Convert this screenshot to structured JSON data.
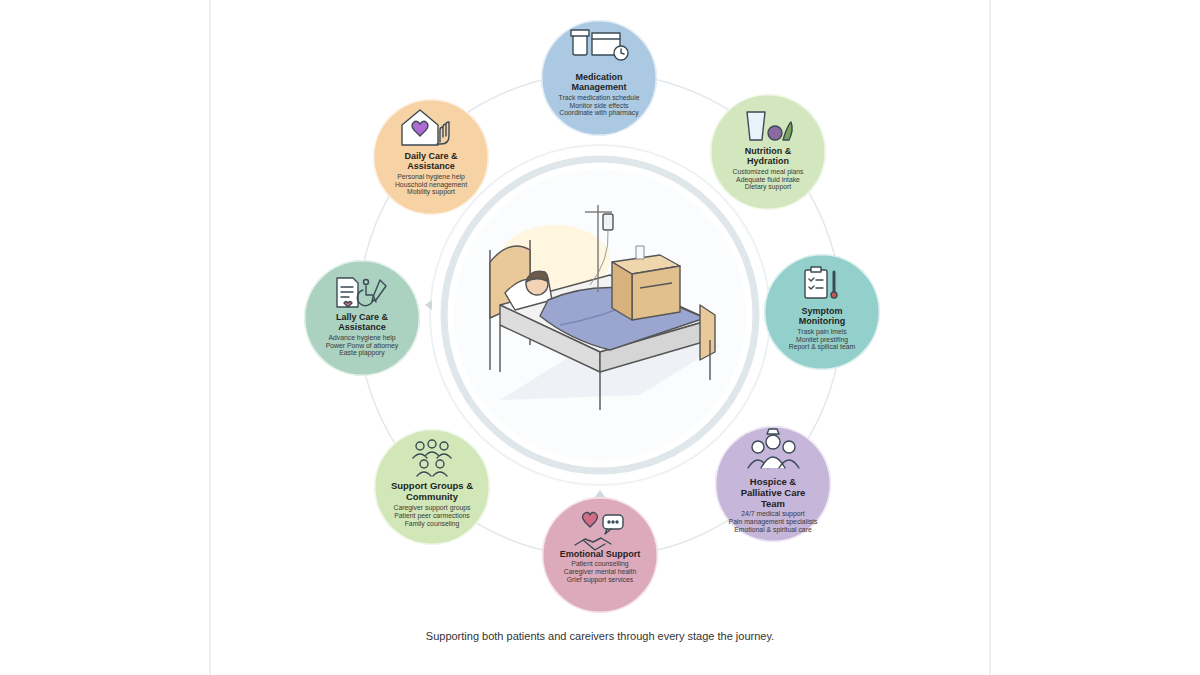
{
  "diagram": {
    "caption": "Supporting both patients and careivers through every stage the journey.",
    "nodes": [
      {
        "text": [
          "Medication Management",
          "Track medication schedule",
          "Monitor side effects",
          "Coordinate with pharmacy"
        ]
      },
      {
        "text": [
          "Nutrition & Hydration",
          "Customized meal plans",
          "Adequate fluid intake",
          "Dietary support"
        ]
      },
      {
        "text": [
          "Symptom Monitoring",
          "Trask pain lmels",
          "Monitet prestifing",
          "Report & spilical team"
        ]
      },
      {
        "text": [
          "Hospice & Palliative Care Team",
          "24/7 medical support",
          "Pain management specialists",
          "Emotional & spiritual care"
        ]
      },
      {
        "text": [
          "Emotional Support",
          "Patient counselling",
          "Caregiver mental health",
          "Grief support services"
        ]
      },
      {
        "text": [
          "Support Groups & Community",
          "Caregiver support groups",
          "Patient peer carmections",
          "Family counseling"
        ]
      },
      {
        "text": [
          "Lally Care & Assistance",
          "Advance hygiene help",
          "Power Ponw of attorney",
          "Easte plappory"
        ]
      },
      {
        "text": [
          "Daily Care & Assistance",
          "Personal hygiene help",
          "Houschold nenagement",
          "Mobility support"
        ]
      }
    ]
  }
}
